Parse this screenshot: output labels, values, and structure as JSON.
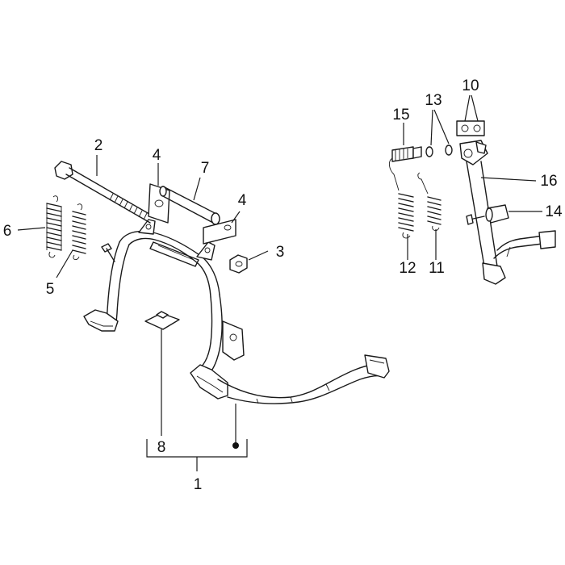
{
  "diagram": {
    "callouts": [
      {
        "id": "c1",
        "text": "1"
      },
      {
        "id": "c2",
        "text": "2"
      },
      {
        "id": "c3",
        "text": "3"
      },
      {
        "id": "c4a",
        "text": "4"
      },
      {
        "id": "c4b",
        "text": "4"
      },
      {
        "id": "c5",
        "text": "5"
      },
      {
        "id": "c6",
        "text": "6"
      },
      {
        "id": "c7",
        "text": "7"
      },
      {
        "id": "c8",
        "text": "8"
      },
      {
        "id": "c10",
        "text": "10"
      },
      {
        "id": "c11",
        "text": "11"
      },
      {
        "id": "c12",
        "text": "12"
      },
      {
        "id": "c13",
        "text": "13"
      },
      {
        "id": "c14",
        "text": "14"
      },
      {
        "id": "c15",
        "text": "15"
      },
      {
        "id": "c16",
        "text": "16"
      }
    ]
  }
}
